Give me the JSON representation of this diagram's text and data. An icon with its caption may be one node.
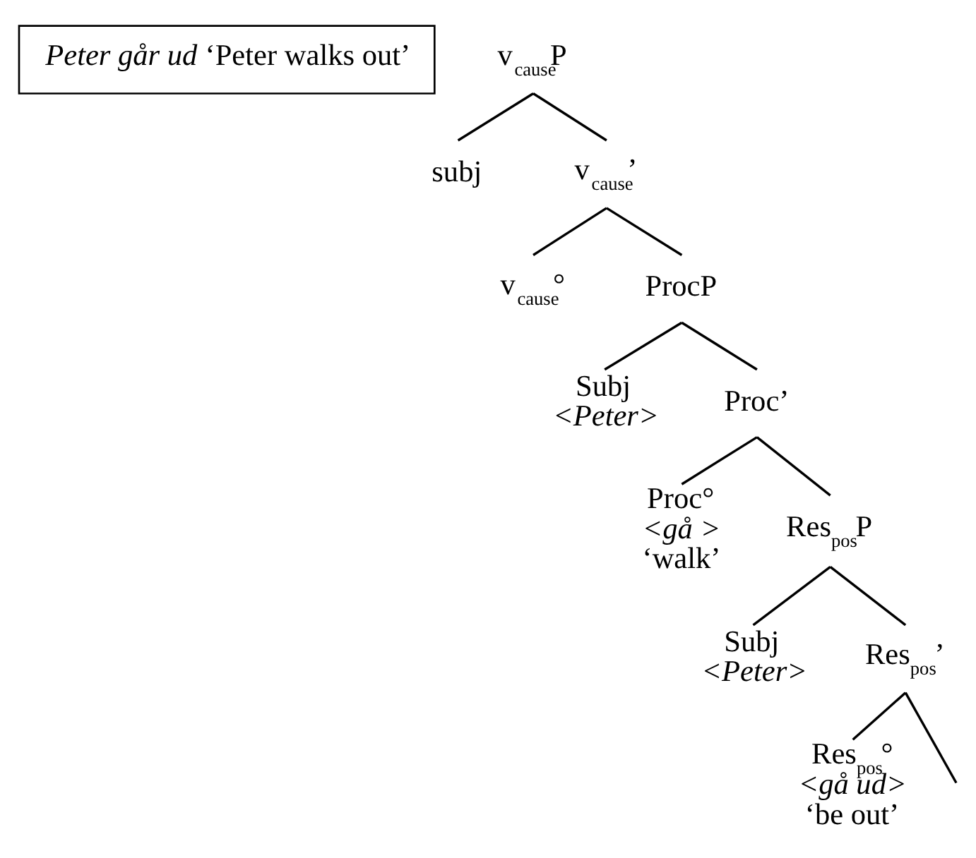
{
  "diagram": {
    "nodes": [
      {
        "text": [
          "*Peter går ud* ‘Peter walks out’"
        ]
      },
      {
        "text": [
          "v$_{cause}$P"
        ]
      },
      {
        "text": [
          "subj"
        ]
      },
      {
        "text": [
          "v$_{cause}$’"
        ]
      },
      {
        "text": [
          "v$_{cause}$°"
        ]
      },
      {
        "text": [
          "ProcP"
        ]
      },
      {
        "text": [
          "Subj",
          "*<Peter>*"
        ]
      },
      {
        "text": [
          "Proc’"
        ]
      },
      {
        "text": [
          "Proc°",
          "*<gå >*",
          "‘walk’"
        ]
      },
      {
        "text": [
          "Res$_{pos}$P"
        ]
      },
      {
        "text": [
          "Subj",
          "*<Peter>*"
        ]
      },
      {
        "text": [
          "Res$_{pos}$’"
        ]
      },
      {
        "text": [
          "Res$_{pos}$°",
          "*<gå ud>*",
          "‘be out’"
        ]
      }
    ],
    "edges": [
      {
        "from": 1,
        "to": 2,
        "arrow": "none"
      },
      {
        "from": 1,
        "to": 3,
        "arrow": "none"
      },
      {
        "from": 3,
        "to": 4,
        "arrow": "none"
      },
      {
        "from": 3,
        "to": 5,
        "arrow": "none"
      },
      {
        "from": 5,
        "to": 6,
        "arrow": "none"
      },
      {
        "from": 5,
        "to": 7,
        "arrow": "none"
      },
      {
        "from": 7,
        "to": 8,
        "arrow": "none"
      },
      {
        "from": 7,
        "to": 9,
        "arrow": "none"
      },
      {
        "from": 9,
        "to": 10,
        "arrow": "none"
      },
      {
        "from": 9,
        "to": 11,
        "arrow": "none"
      },
      {
        "from": 11,
        "to": 12,
        "arrow": "none"
      },
      {
        "from": 11,
        "to": null,
        "arrow": "none"
      }
    ]
  }
}
